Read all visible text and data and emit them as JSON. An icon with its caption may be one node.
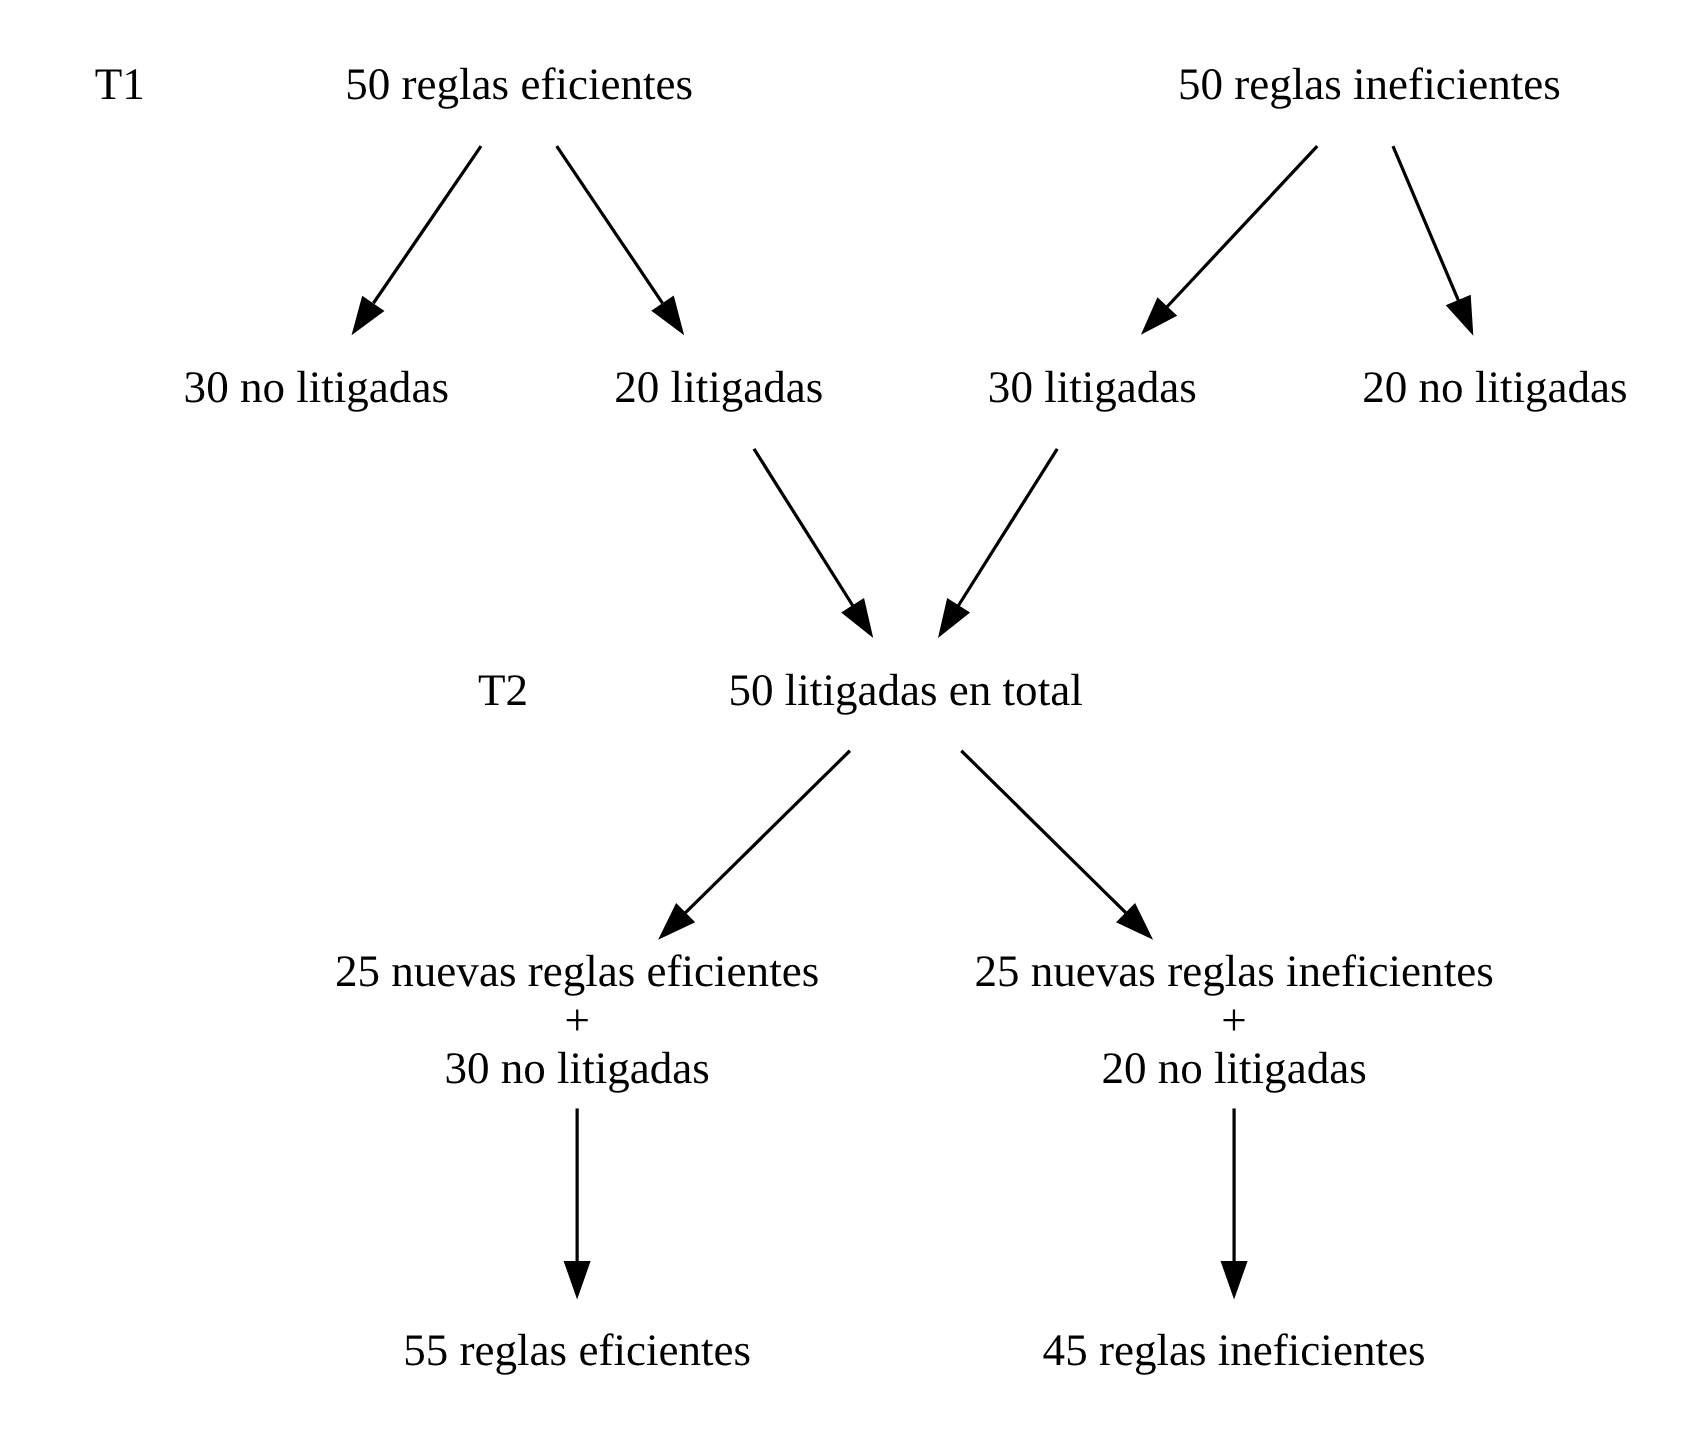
{
  "diagram": {
    "nodes": [
      {
        "text": [
          "50 reglas eficientes"
        ]
      },
      {
        "text": [
          "50 reglas ineficientes"
        ]
      },
      {
        "text": [
          "30 no litigadas"
        ]
      },
      {
        "text": [
          "20 litigadas"
        ]
      },
      {
        "text": [
          "30 litigadas"
        ]
      },
      {
        "text": [
          "20 no litigadas"
        ]
      },
      {
        "text": [
          "50 litigadas en total"
        ]
      },
      {
        "text": [
          "25 nuevas reglas eficientes",
          "+",
          "30 no litigadas"
        ]
      },
      {
        "text": [
          "25 nuevas reglas ineficientes",
          "+",
          "20 no litigadas"
        ]
      },
      {
        "text": [
          "55 reglas eficientes"
        ]
      },
      {
        "text": [
          "45 reglas ineficientes"
        ]
      }
    ],
    "edges": [
      {
        "from": 0,
        "to": 2,
        "arrow": "to"
      },
      {
        "from": 0,
        "to": 3,
        "arrow": "to"
      },
      {
        "from": 1,
        "to": 4,
        "arrow": "to"
      },
      {
        "from": 1,
        "to": 5,
        "arrow": "to"
      },
      {
        "from": 3,
        "to": 6,
        "arrow": "to"
      },
      {
        "from": 4,
        "to": 6,
        "arrow": "to"
      },
      {
        "from": 6,
        "to": 7,
        "arrow": "to"
      },
      {
        "from": 6,
        "to": 8,
        "arrow": "to"
      },
      {
        "from": 7,
        "to": 9,
        "arrow": "to"
      },
      {
        "from": 8,
        "to": 10,
        "arrow": "to"
      }
    ],
    "labels": [
      "T1",
      "T2"
    ]
  }
}
